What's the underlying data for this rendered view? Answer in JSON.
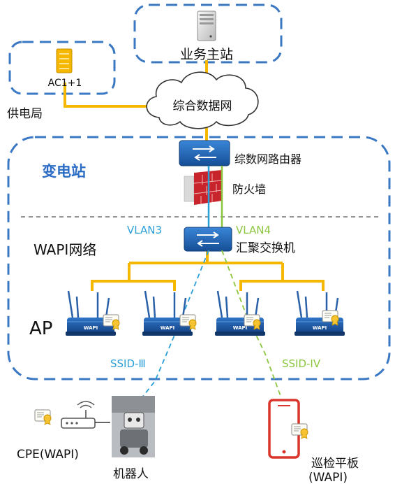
{
  "nodes": {
    "business_station": "业务主站",
    "ac": "AC1+1",
    "power_bureau": "供电局",
    "integrated_network": "综合数据网",
    "substation": "变电站",
    "router": "综数网路由器",
    "firewall": "防火墙",
    "vlan3": "VLAN3",
    "vlan4": "VLAN4",
    "wapi_network": "WAPI网络",
    "aggregation_switch": "汇聚交换机",
    "ap": "AP",
    "ap_brand": "WAPI",
    "ssid3": "SSID-Ⅲ",
    "ssid4": "SSID-IV",
    "cpe": "CPE(WAPI)",
    "robot": "机器人",
    "tablet_line1": "巡检平板",
    "tablet_line2": "(WAPI)"
  },
  "colors": {
    "dash_border": "#3b78c4",
    "link_yellow": "#f5b800",
    "switch_blue": "#1d5fb0",
    "ap_blue": "#1a5aa8",
    "vlan3": "#2a9fd8",
    "vlan4": "#8cc63f",
    "firewall_red": "#c8242b",
    "tablet_red": "#d9352a"
  }
}
